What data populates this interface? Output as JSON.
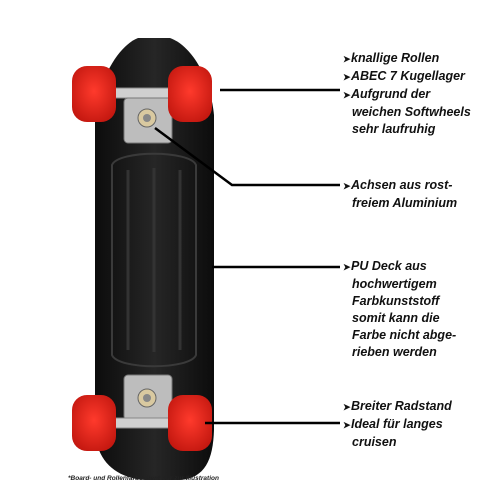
{
  "callouts": {
    "rollen": {
      "lines": [
        "knallige Rollen",
        "ABEC 7 Kugellager",
        "Aufgrund der",
        "weichen Softwheels",
        "sehr laufruhig"
      ]
    },
    "achsen": {
      "lines": [
        "Achsen aus rost-",
        "freiem Aluminium"
      ]
    },
    "deck": {
      "lines": [
        "PU Deck aus",
        "hochwertigem",
        "Farbkunststoff",
        "somit kann die",
        "Farbe nicht abge-",
        "rieben werden"
      ]
    },
    "radstand": {
      "lines": [
        "Breiter Radstand",
        "Ideal für langes",
        "cruisen"
      ]
    }
  },
  "footnote": "*Board- und Rollenfarbe dient nur zur Illustration",
  "colors": {
    "deck": "#151515",
    "wheel": "#e8241a",
    "truck": "#c8c8c8",
    "leader": "#000000"
  }
}
